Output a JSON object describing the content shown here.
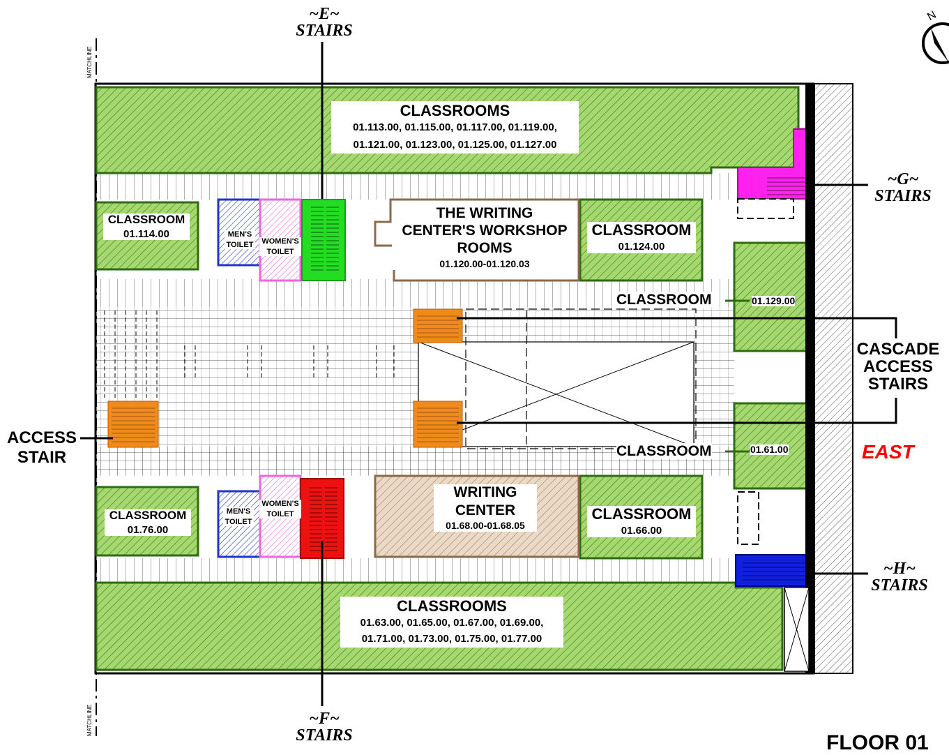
{
  "matchline_label": "MATCHLINE",
  "floor_label": "FLOOR 01",
  "east_label": "EAST",
  "stairs": {
    "e": {
      "tag": "~E~",
      "word": "STAIRS"
    },
    "f": {
      "tag": "~F~",
      "word": "STAIRS"
    },
    "g": {
      "tag": "~G~",
      "word": "STAIRS"
    },
    "h": {
      "tag": "~H~",
      "word": "STAIRS"
    }
  },
  "cascade_label": "CASCADE\nACCESS\nSTAIRS",
  "access_stair_label": "ACCESS\nSTAIR",
  "rooms": {
    "classrooms_north": {
      "title": "CLASSROOMS",
      "line1": "01.113.00, 01.115.00, 01.117.00, 01.119.00,",
      "line2": "01.121.00, 01.123.00, 01.125.00, 01.127.00"
    },
    "classrooms_south": {
      "title": "CLASSROOMS",
      "line1": "01.63.00, 01.65.00, 01.67.00, 01.69.00,",
      "line2": "01.71.00, 01.73.00, 01.75.00, 01.77.00"
    },
    "classroom_114": {
      "title": "CLASSROOM",
      "number": "01.114.00"
    },
    "classroom_76": {
      "title": "CLASSROOM",
      "number": "01.76.00"
    },
    "classroom_124": {
      "title": "CLASSROOM",
      "number": "01.124.00"
    },
    "classroom_66": {
      "title": "CLASSROOM",
      "number": "01.66.00"
    },
    "classroom_129": {
      "title": "CLASSROOM",
      "number": "01.129.00"
    },
    "classroom_61": {
      "title": "CLASSROOM",
      "number": "01.61.00"
    },
    "workshop": {
      "line1": "THE WRITING",
      "line2": "CENTER'S WORKSHOP",
      "line3": "ROOMS",
      "number": "01.120.00-01.120.03"
    },
    "writing_center": {
      "line1": "WRITING",
      "line2": "CENTER",
      "number": "01.68.00-01.68.05"
    },
    "mens_north": {
      "line1": "MEN'S",
      "line2": "TOILET"
    },
    "womens_north": {
      "line1": "WOMEN'S",
      "line2": "TOILET"
    },
    "mens_south": {
      "line1": "MEN'S",
      "line2": "TOILET"
    },
    "womens_south": {
      "line1": "WOMEN'S",
      "line2": "TOILET"
    }
  },
  "colors": {
    "classroom_fill": "#7cc142",
    "classroom_stroke": "#2e6b12",
    "writing_stroke": "#8b6a4a",
    "stair_e": "#22dd22",
    "stair_f": "#ee1111",
    "stair_g": "#ff22ee",
    "stair_h": "#1020dd",
    "access_stair": "#f08a1a",
    "mens": "#2233cc",
    "womens": "#ee66dd",
    "east": "#ff0000"
  }
}
